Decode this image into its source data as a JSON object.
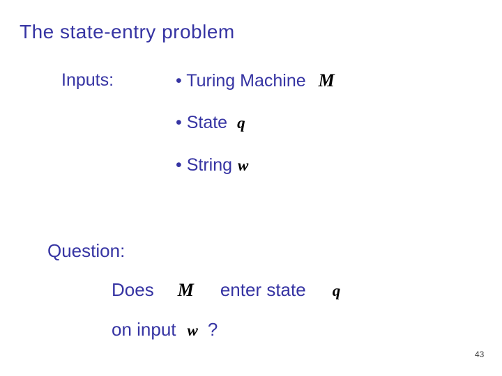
{
  "slide": {
    "title": "The state-entry problem",
    "inputs_label": "Inputs:",
    "bullets": [
      {
        "label": "• Turing Machine",
        "math": "M"
      },
      {
        "label": "• State",
        "math": "q"
      },
      {
        "label": "• String",
        "math": "w"
      }
    ],
    "question_label": "Question:",
    "question_line1": {
      "part1": "Does",
      "math1": "M",
      "part2": "enter state",
      "math2": "q"
    },
    "question_line2": {
      "part1": "on input",
      "math": "w",
      "part2": "?"
    },
    "page_number": "43",
    "colors": {
      "text_blue": "#3634a3",
      "math_black": "#000000",
      "page_gray": "#404040",
      "background": "#ffffff"
    }
  }
}
